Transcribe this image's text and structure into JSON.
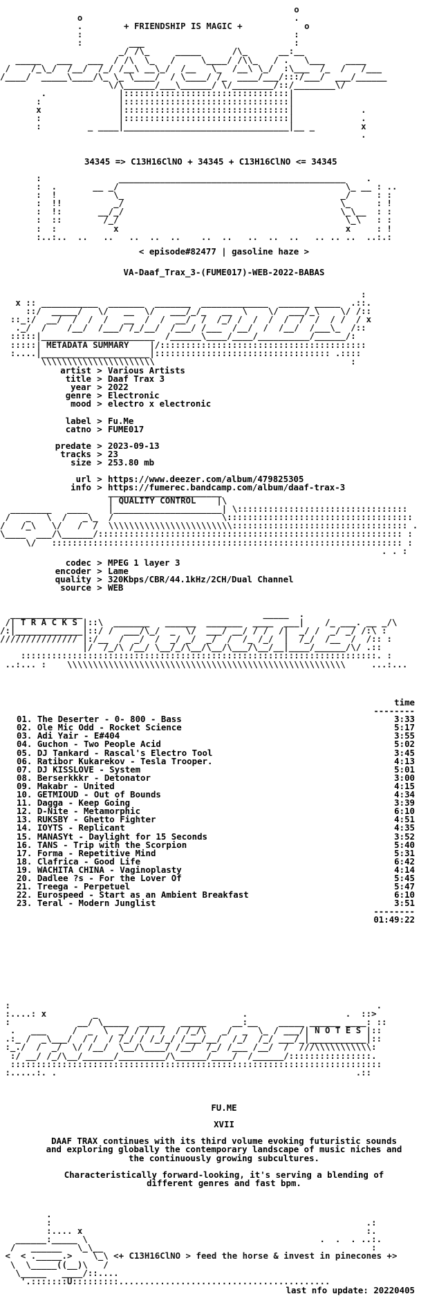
{
  "header": {
    "slogan": "+ FRIENDSHIP IS MAGIC +",
    "formula": "34345 => C13H16ClNO + 34345 + C13H16ClNO <= 34345",
    "episode": "< episode#82477 | gasoline haze >",
    "release": "VA-Daaf_Trax_3-(FUME017)-WEB-2022-BABAS"
  },
  "metadata": {
    "section_title": "METADATA SUMMARY",
    "fields": [
      {
        "k": "artist",
        "v": "Various Artists"
      },
      {
        "k": "title",
        "v": "Daaf Trax 3"
      },
      {
        "k": "year",
        "v": "2022"
      },
      {
        "k": "genre",
        "v": "Electronic"
      },
      {
        "k": "mood",
        "v": "electro x electronic"
      },
      {
        "k": "",
        "v": ""
      },
      {
        "k": "label",
        "v": "Fu.Me"
      },
      {
        "k": "catno",
        "v": "FUME017"
      },
      {
        "k": "",
        "v": ""
      },
      {
        "k": "predate",
        "v": "2023-09-13"
      },
      {
        "k": "tracks",
        "v": "23"
      },
      {
        "k": "size",
        "v": "253.80 mb"
      },
      {
        "k": "",
        "v": ""
      },
      {
        "k": "url",
        "v": "https://www.deezer.com/album/479825305"
      },
      {
        "k": "info",
        "v": "https://fumerec.bandcamp.com/album/daaf-trax-3"
      }
    ]
  },
  "quality": {
    "section_title": "QUALITY CONTROL",
    "fields": [
      {
        "k": "codec",
        "v": "MPEG 1 layer 3"
      },
      {
        "k": "encoder",
        "v": "Lame"
      },
      {
        "k": "quality",
        "v": "320Kbps/CBR/44.1kHz/2CH/Dual Channel"
      },
      {
        "k": "source",
        "v": "WEB"
      }
    ]
  },
  "tracks": {
    "section_title": "T R A C K S",
    "time_header": "time",
    "rule": "--------",
    "total": "01:49:22",
    "list": [
      {
        "n": "01. The Deserter - 0- 800 - Bass",
        "t": "3:33"
      },
      {
        "n": "02. Ole Mic Odd - Rocket Science",
        "t": "5:17"
      },
      {
        "n": "03. Adi Yair - E#404",
        "t": "3:55"
      },
      {
        "n": "04. Guchon - Two People Acid",
        "t": "5:02"
      },
      {
        "n": "05. DJ Tankard - Rascal's Electro Tool",
        "t": "3:45"
      },
      {
        "n": "06. Ratibor Kukarekov - Tesla Trooper.",
        "t": "4:13"
      },
      {
        "n": "07. DJ KISSLOVE - System",
        "t": "5:01"
      },
      {
        "n": "08. Berserkkkr - Detonator",
        "t": "3:00"
      },
      {
        "n": "09. Makabr - United",
        "t": "4:15"
      },
      {
        "n": "10. GETMIOUD - Out of Bounds",
        "t": "4:34"
      },
      {
        "n": "11. Dagga - Keep Going",
        "t": "3:39"
      },
      {
        "n": "12. D-Nite - Metamorphic",
        "t": "6:10"
      },
      {
        "n": "13. RUKSBY - Ghetto Fighter",
        "t": "4:51"
      },
      {
        "n": "14. IOYTS - Replicant",
        "t": "4:35"
      },
      {
        "n": "15. MANASYt - Daylight for 15 Seconds",
        "t": "3:52"
      },
      {
        "n": "16. TANS - Trip with the Scorpion",
        "t": "5:40"
      },
      {
        "n": "17. Forma - Repetitive Mind",
        "t": "5:31"
      },
      {
        "n": "18. Clafrica - Good Life",
        "t": "6:42"
      },
      {
        "n": "19. WACHITA CHINA - Vaginoplasty",
        "t": "4:14"
      },
      {
        "n": "20. Dadlee ?s - For the Lover Of",
        "t": "5:45"
      },
      {
        "n": "21. Treega - Perpetuel",
        "t": "5:47"
      },
      {
        "n": "22. Eurospeed - Start as an Ambient Breakfast",
        "t": "6:10"
      },
      {
        "n": "23. Teral - Modern Junglist",
        "t": "3:51"
      }
    ]
  },
  "notes": {
    "section_title": "N O T E S",
    "label_line": "FU.ME",
    "roman": "XVII",
    "para1_l1": "DAAF TRAX continues with its third volume evoking futuristic sounds",
    "para1_l2": "and exploring globally the contemporary landscape of music niches and",
    "para1_l3": "the continuously growing subcultures.",
    "para2_l1": "Characteristically forward-looking, it's serving a blending of",
    "para2_l2": "different genres and fast bpm."
  },
  "footer": {
    "slogan": "<+ C13H16ClNO > feed the horse & invest in pinecones +>",
    "update": "last nfo update: 20220405"
  }
}
